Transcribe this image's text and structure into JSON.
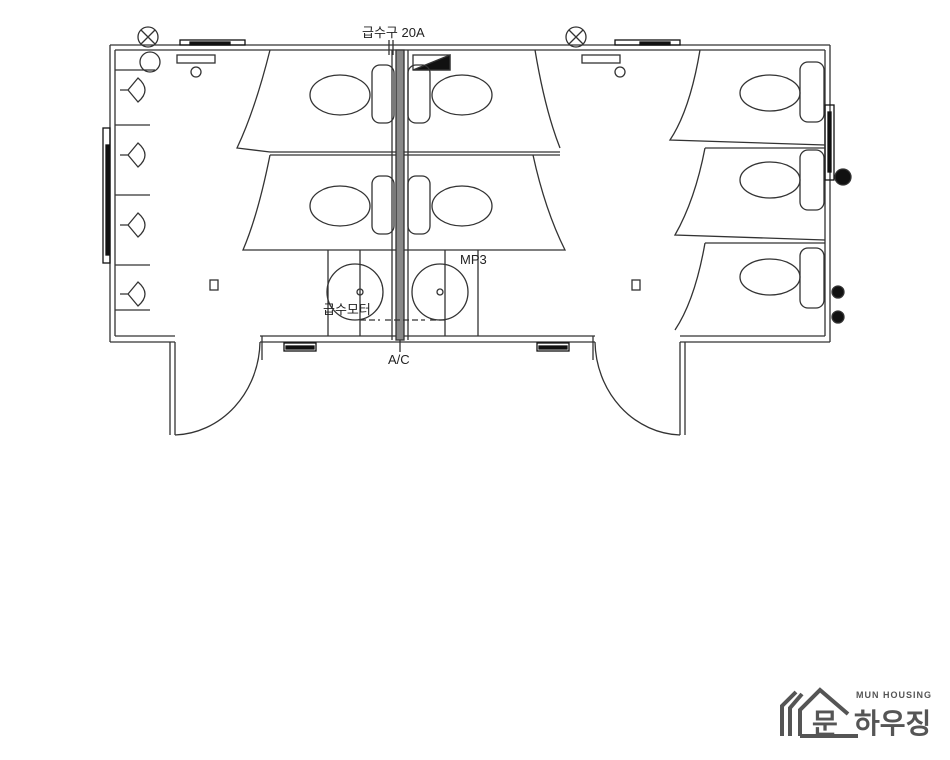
{
  "plan": {
    "labels": {
      "water_supply": "급수구 20A",
      "mp3": "MP3",
      "water_motor": "급수모터",
      "ac": "A/C"
    }
  },
  "logo": {
    "english": "MUN HOUSING",
    "korean_first": "문",
    "korean_rest": "하우징"
  }
}
